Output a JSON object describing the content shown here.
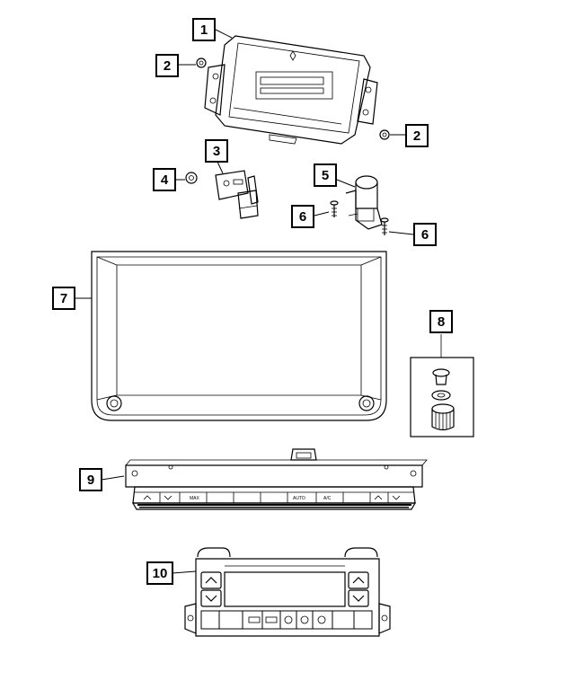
{
  "callouts": [
    {
      "id": "c1",
      "label": "1"
    },
    {
      "id": "c2a",
      "label": "2"
    },
    {
      "id": "c2b",
      "label": "2"
    },
    {
      "id": "c3",
      "label": "3"
    },
    {
      "id": "c4",
      "label": "4"
    },
    {
      "id": "c5",
      "label": "5"
    },
    {
      "id": "c6a",
      "label": "6"
    },
    {
      "id": "c6b",
      "label": "6"
    },
    {
      "id": "c7",
      "label": "7"
    },
    {
      "id": "c8",
      "label": "8"
    },
    {
      "id": "c9",
      "label": "9"
    },
    {
      "id": "c10",
      "label": "10"
    }
  ],
  "panel9_labels": {
    "max": "MAX",
    "auto": "AUTO",
    "ac": "A/C"
  }
}
